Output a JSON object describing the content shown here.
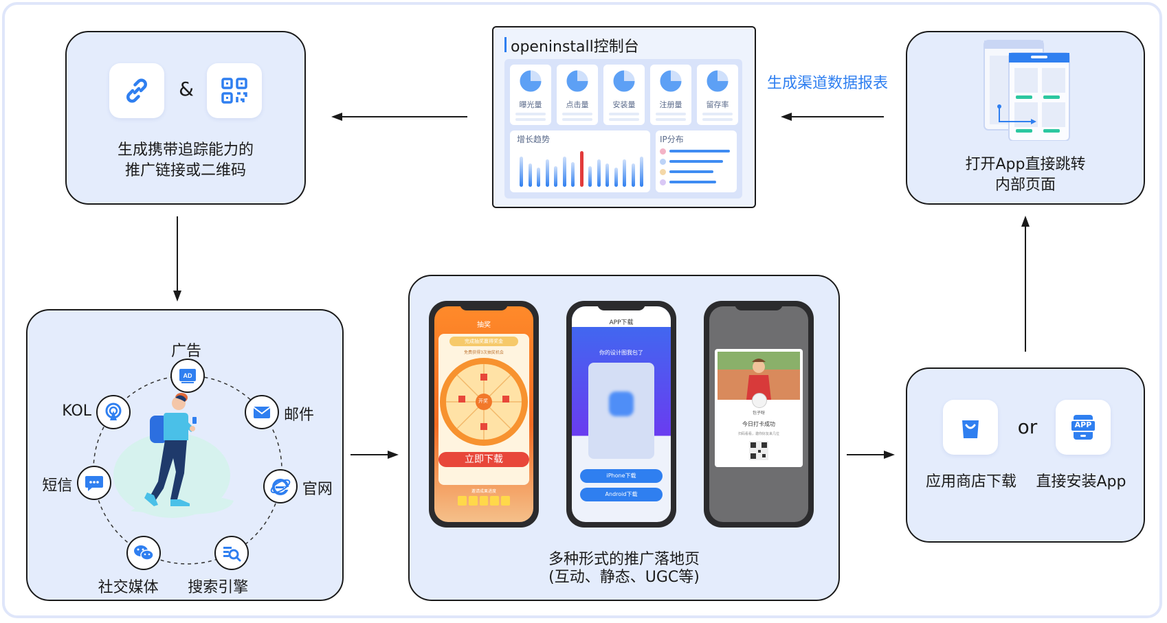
{
  "colors": {
    "box_fill": "#e4ecfc",
    "accent": "#2f7ff0",
    "link_text": "#2f7ff0",
    "red": "#e23b3b",
    "orange": "#f2782a",
    "purple": "#6c3cf0"
  },
  "link_box": {
    "amp": "&",
    "line1": "生成携带追踪能力的",
    "line2": "推广链接或二维码",
    "icons": [
      "link-icon",
      "qrcode-icon"
    ]
  },
  "dashboard": {
    "title": "openinstall控制台",
    "metrics": [
      "曝光量",
      "点击量",
      "安装量",
      "注册量",
      "留存率"
    ],
    "trend_title": "增长趋势",
    "ip_title": "IP分布"
  },
  "report_label": "生成渠道数据报表",
  "open_app": {
    "line1": "打开App直接跳转",
    "line2": "内部页面"
  },
  "channels": {
    "ad": "广告",
    "mail": "邮件",
    "site": "官网",
    "search": "搜索引擎",
    "social": "社交媒体",
    "sms": "短信",
    "kol": "KOL",
    "ad_badge": "AD"
  },
  "landing": {
    "line1": "多种形式的推广落地页",
    "line2": "(互动、静态、UGC等)",
    "phone1": {
      "title": "抽奖",
      "banner": "完成抽奖赢得奖金",
      "sub": "免费获得3次抽奖机会",
      "center": "开奖",
      "button": "立即下载",
      "footer": "邀请成果进度"
    },
    "phone2": {
      "title": "APP下载",
      "tagline": "你的设计图我包了",
      "btn1": "iPhone下载",
      "btn2": "Android下载"
    },
    "phone3": {
      "name": "包子呀",
      "checkin": "今日打卡成功",
      "hint": "扫码看看，邀你好友来几位"
    }
  },
  "install": {
    "or": "or",
    "store": "应用商店下载",
    "direct": "直接安装App",
    "app_badge": "APP"
  }
}
